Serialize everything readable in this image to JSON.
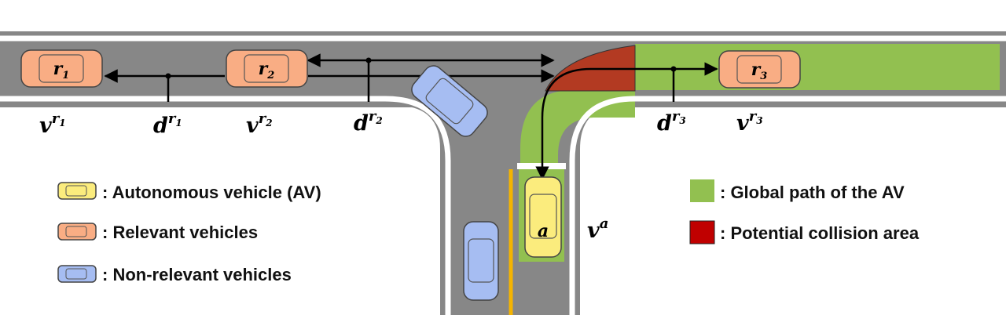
{
  "colors": {
    "road": "#878787",
    "road_edge": "#7a7a7a",
    "lane_line": "#ffffff",
    "path_green": "#92c050",
    "collision_red": "#b33a22",
    "av_yellow": "#fbec7d",
    "relevant_orange": "#f9ad84",
    "nonrelevant_blue": "#a6bdf2",
    "center_line_yellow": "#f5b400",
    "arrow": "#000000"
  },
  "vehicles": {
    "r1": {
      "base": "r",
      "sub": "1"
    },
    "r2": {
      "base": "r",
      "sub": "2"
    },
    "r3": {
      "base": "r",
      "sub": "3"
    },
    "av": "a"
  },
  "variables": {
    "v_r1": {
      "base": "v",
      "sup": "r",
      "subsup": "1"
    },
    "d_r1": {
      "base": "d",
      "sup": "r",
      "subsup": "1"
    },
    "v_r2": {
      "base": "v",
      "sup": "r",
      "subsup": "2"
    },
    "d_r2": {
      "base": "d",
      "sup": "r",
      "subsup": "2"
    },
    "d_r3": {
      "base": "d",
      "sup": "r",
      "subsup": "3"
    },
    "v_r3": {
      "base": "v",
      "sup": "r",
      "subsup": "3"
    },
    "v_a": {
      "base": "v",
      "sup": "a"
    }
  },
  "legend": {
    "av": ": Autonomous vehicle (AV)",
    "relevant": ": Relevant vehicles",
    "nonrelevant": ": Non-relevant vehicles",
    "global_path": ": Global path of the AV",
    "collision": ": Potential collision area"
  }
}
